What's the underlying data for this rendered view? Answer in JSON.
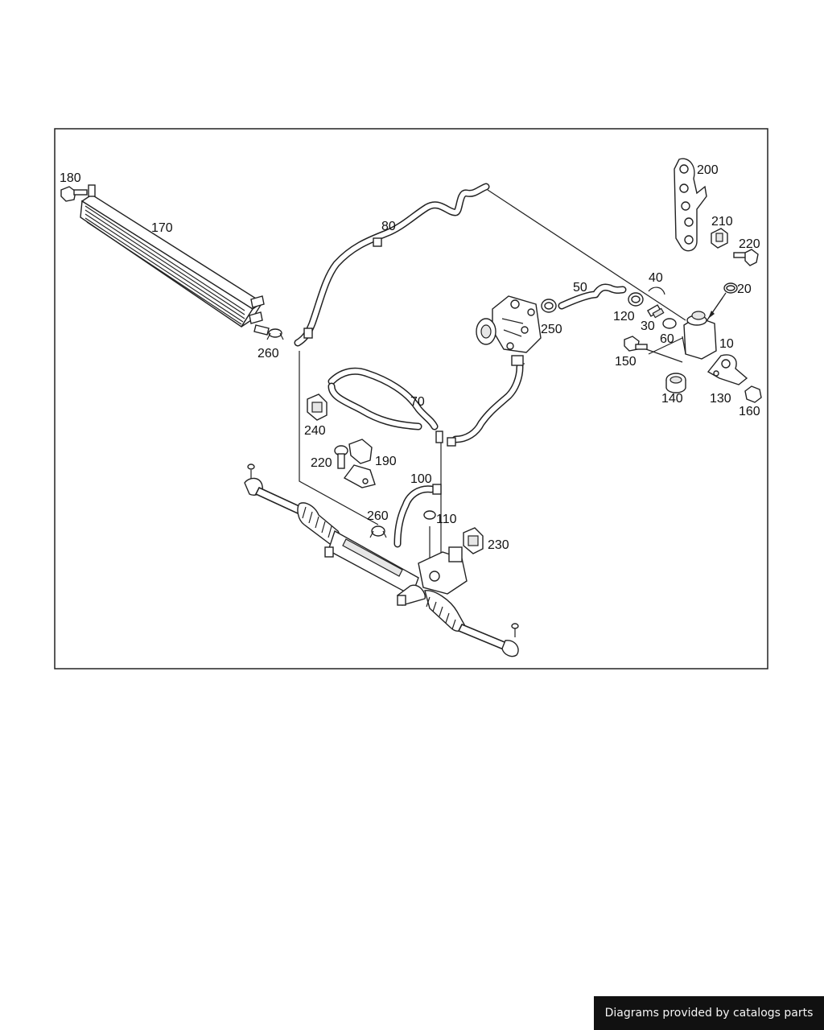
{
  "labels": {
    "p10": "10",
    "p20": "20",
    "p30": "30",
    "p40": "40",
    "p50": "50",
    "p60": "60",
    "p70": "70",
    "p80": "80",
    "p100": "100",
    "p110": "110",
    "p120": "120",
    "p130": "130",
    "p140": "140",
    "p150": "150",
    "p160": "160",
    "p170": "170",
    "p180": "180",
    "p190": "190",
    "p200": "200",
    "p210": "210",
    "p220a": "220",
    "p220b": "220",
    "p230": "230",
    "p240": "240",
    "p250": "250",
    "p260a": "260",
    "p260b": "260"
  },
  "credit": "Diagrams provided by catalogs parts",
  "colors": {
    "line": "#222222",
    "credit_bg": "#111111"
  }
}
